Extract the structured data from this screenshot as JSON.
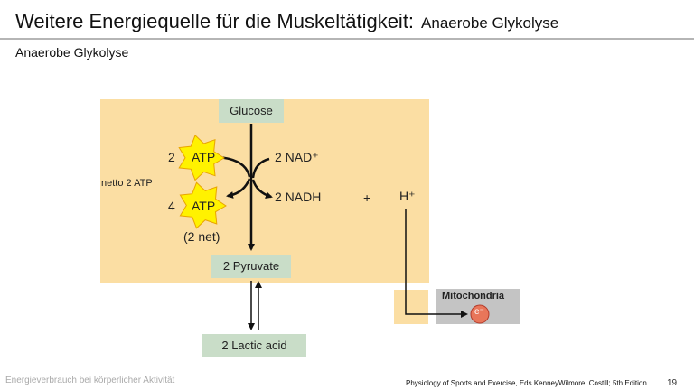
{
  "slide": {
    "title": "Weitere Energiequelle für die Muskeltätigkeit:",
    "title_sub": "Anaerobe Glykolyse",
    "section": "Anaerobe Glykolyse"
  },
  "diagram": {
    "glucose": "Glucose",
    "atp_in_count": "2",
    "atp_label": "ATP",
    "atp_out_count": "4",
    "net_note": "(2 net)",
    "netto_label": "netto 2 ATP",
    "nad_label": "2 NAD⁺",
    "nadh_label": "2 NADH",
    "plus": "+",
    "h_plus": "H⁺",
    "pyruvate": "2 Pyruvate",
    "lactic_acid": "2 Lactic acid",
    "mitochondria": "Mitochondria",
    "electron": "e⁻"
  },
  "footer": {
    "left": "Energieverbrauch bei körperlicher Aktivität",
    "reference": "Physiology of Sports and Exercise, Eds KenneyWilmore, Costill; 5th Edition",
    "page_number": "19"
  },
  "colors": {
    "panel": "#fbdea3",
    "box": "#c9ddc8",
    "burst": "#fff200",
    "mitochondria_box": "#c4c4c4",
    "electron": "#e8765a"
  }
}
